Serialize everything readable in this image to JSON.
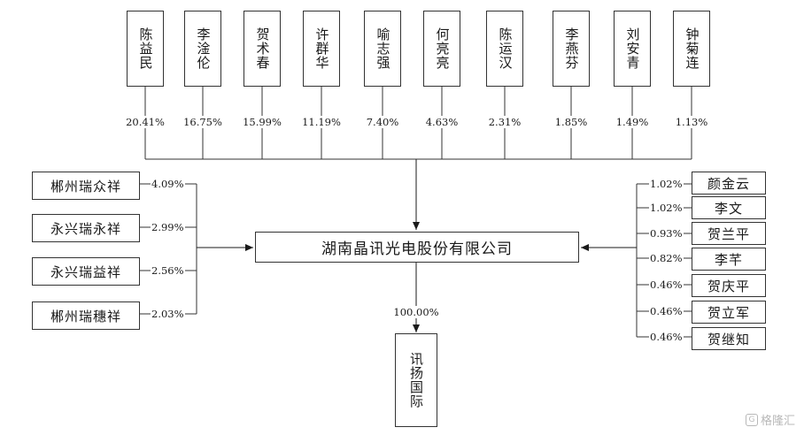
{
  "top_shareholders": [
    {
      "name": "陈益民",
      "pct": "20.41%"
    },
    {
      "name": "李淦伦",
      "pct": "16.75%"
    },
    {
      "name": "贺术春",
      "pct": "15.99%"
    },
    {
      "name": "许群华",
      "pct": "11.19%"
    },
    {
      "name": "喻志强",
      "pct": "7.40%"
    },
    {
      "name": "何亮亮",
      "pct": "4.63%"
    },
    {
      "name": "陈运汉",
      "pct": "2.31%"
    },
    {
      "name": "李燕芬",
      "pct": "1.85%"
    },
    {
      "name": "刘安青",
      "pct": "1.49%"
    },
    {
      "name": "钟菊连",
      "pct": "1.13%"
    }
  ],
  "left_shareholders": [
    {
      "name": "郴州瑞众祥",
      "pct": "4.09%"
    },
    {
      "name": "永兴瑞永祥",
      "pct": "2.99%"
    },
    {
      "name": "永兴瑞益祥",
      "pct": "2.56%"
    },
    {
      "name": "郴州瑞穗祥",
      "pct": "2.03%"
    }
  ],
  "right_shareholders": [
    {
      "name": "颜金云",
      "pct": "1.02%"
    },
    {
      "name": "李文",
      "pct": "1.02%"
    },
    {
      "name": "贺兰平",
      "pct": "0.93%"
    },
    {
      "name": "李芊",
      "pct": "0.82%"
    },
    {
      "name": "贺庆平",
      "pct": "0.46%"
    },
    {
      "name": "贺立军",
      "pct": "0.46%"
    },
    {
      "name": "贺继知",
      "pct": "0.46%"
    }
  ],
  "company": {
    "name": "湖南晶讯光电股份有限公司"
  },
  "subsidiary": {
    "name": "讯扬国际",
    "pct": "100.00%"
  },
  "watermark": {
    "icon": "g-logo-icon",
    "text": "格隆汇"
  }
}
